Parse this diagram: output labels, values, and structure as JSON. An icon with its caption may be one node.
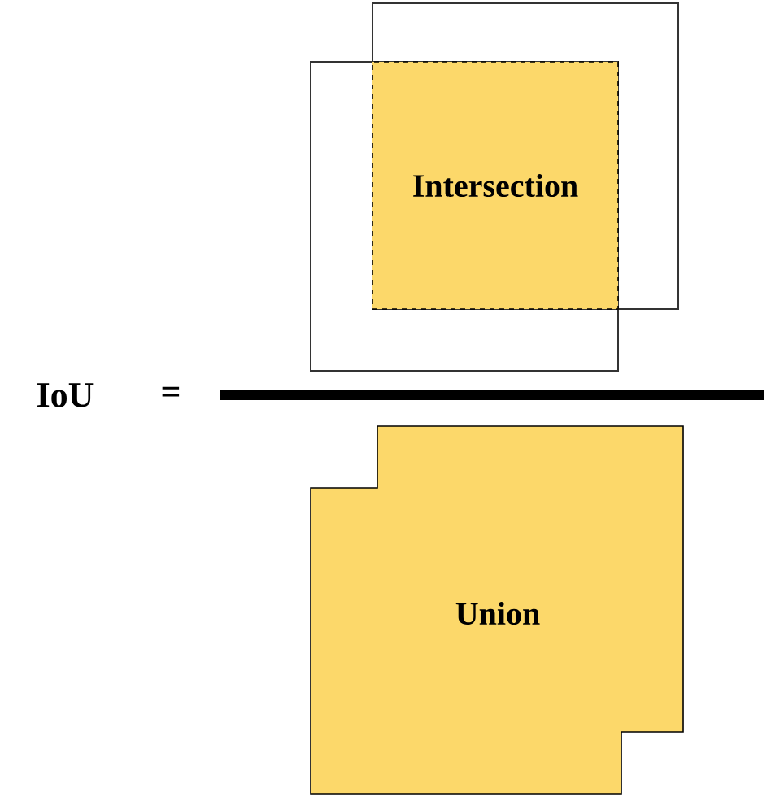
{
  "diagram": {
    "nodes": [
      {
        "text": [],
        "shape": "box"
      },
      {
        "text": [],
        "shape": "box"
      },
      {
        "text": [
          "Intersection"
        ]
      },
      {
        "text": [
          "Union"
        ]
      }
    ],
    "labels": [
      "IoU",
      "="
    ]
  }
}
